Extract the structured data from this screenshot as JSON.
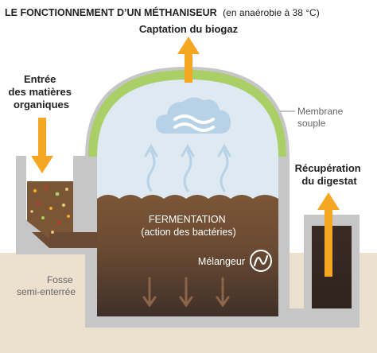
{
  "title": {
    "bold": "LE FONCTIONNEMENT D’UN MÉTHANISEUR",
    "normal": "(en anaérobie à 38 °C)"
  },
  "labels": {
    "biogas_capture": "Captation du biogaz",
    "input_line1": "Entrée",
    "input_line2": "des matières",
    "input_line3": "organiques",
    "membrane_line1": "Membrane",
    "membrane_line2": "souple",
    "recovery_line1": "Récupération",
    "recovery_line2": "du digestat",
    "fermentation_line1": "FERMENTATION",
    "fermentation_line2": "(action des bactéries)",
    "mixer": "Mélangeur",
    "pit_line1": "Fosse",
    "pit_line2": "semi-enterrée"
  },
  "colors": {
    "arrow_orange": "#f5a623",
    "membrane_green": "#a9cf66",
    "tank_wall_grey": "#c6c6c6",
    "gas_light_blue": "#dfe9f1",
    "cloud_blue": "#b7d2e6",
    "digestate_top_brown": "#7b5636",
    "digestate_bottom_brown": "#3f3029",
    "soil_beige": "#ece0cf",
    "text_dark": "#222222",
    "text_grey": "#666666"
  }
}
